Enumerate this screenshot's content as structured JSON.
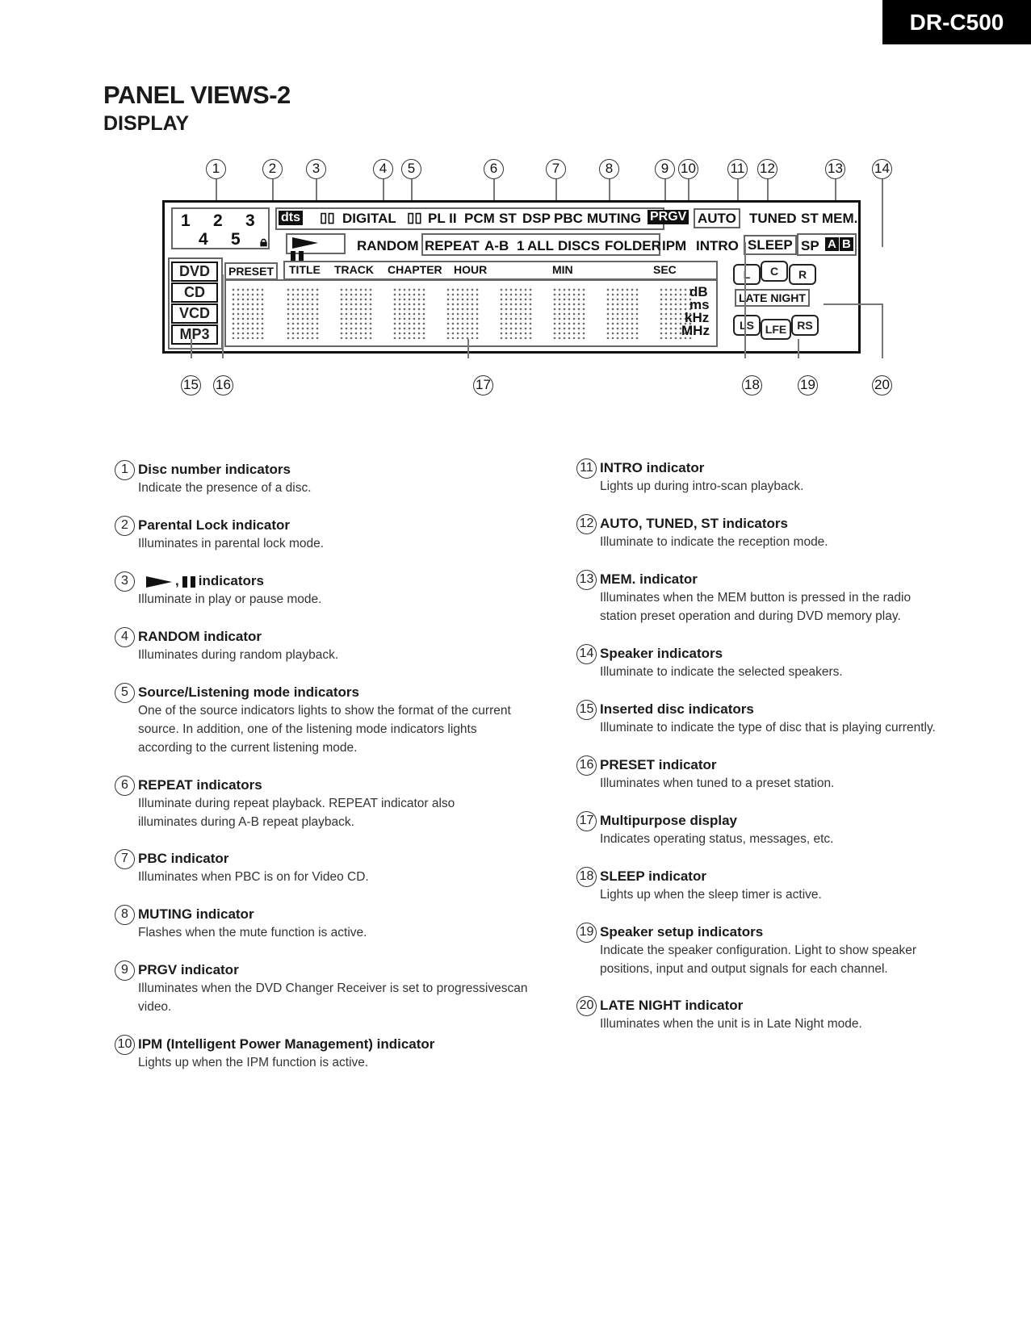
{
  "header": {
    "model": "DR-C500",
    "title": "PANEL VIEWS-2",
    "section": "DISPLAY"
  },
  "display": {
    "row1": [
      "DIGITAL",
      "PL II",
      "PCM",
      "ST",
      "DSP",
      "PBC",
      "MUTING",
      "PRGV",
      "AUTO",
      "TUNED",
      "ST",
      "MEM."
    ],
    "row2": [
      "RANDOM",
      "REPEAT",
      "A-B",
      "1",
      "ALL",
      "DISCS",
      "FOLDER",
      "IPM",
      "INTRO",
      "SLEEP",
      "SP",
      "A",
      "B"
    ],
    "dts": "dts",
    "disc_numbers": [
      "1",
      "2",
      "3",
      "4",
      "5"
    ],
    "disc_types": [
      "DVD",
      "CD",
      "VCD",
      "MP3"
    ],
    "time_labels": [
      "PRESET",
      "TITLE",
      "TRACK",
      "CHAPTER",
      "HOUR",
      "MIN",
      "SEC"
    ],
    "units": [
      "dB",
      "ms",
      "kHz",
      "MHz"
    ],
    "speakers": [
      "L",
      "C",
      "R",
      "LS",
      "LFE",
      "RS"
    ],
    "late_night": "LATE NIGHT",
    "callouts": [
      "1",
      "2",
      "3",
      "4",
      "5",
      "6",
      "7",
      "8",
      "9",
      "10",
      "11",
      "12",
      "13",
      "14",
      "15",
      "16",
      "17",
      "18",
      "19",
      "20"
    ]
  },
  "items": [
    {
      "num": "1",
      "title": "Disc number indicators",
      "body": "Indicate the presence of a disc."
    },
    {
      "num": "2",
      "title": "Parental Lock indicator",
      "body": "Illuminates in parental lock mode."
    },
    {
      "num": "3",
      "title": "indicators",
      "body": "Illuminate in play or pause mode."
    },
    {
      "num": "4",
      "title": "RANDOM indicator",
      "body": "Illuminates during random playback."
    },
    {
      "num": "5",
      "title": "Source/Listening mode indicators",
      "body": "One of the source indicators lights to show the format of the current\nsource. In addition, one of the listening mode indicators lights\naccording to the current listening mode."
    },
    {
      "num": "6",
      "title": "REPEAT indicators",
      "body": "Illuminate during repeat playback. REPEAT indicator also\nilluminates during A-B repeat playback."
    },
    {
      "num": "7",
      "title": "PBC indicator",
      "body": "Illuminates when PBC is on for Video CD."
    },
    {
      "num": "8",
      "title": "MUTING indicator",
      "body": "Flashes when the mute function is active."
    },
    {
      "num": "9",
      "title": "PRGV indicator",
      "body": "Illuminates when the DVD Changer Receiver is set to progressivescan\nvideo."
    },
    {
      "num": "10",
      "title": "IPM (Intelligent Power Management) indicator",
      "body": "Lights up when the IPM function is active."
    },
    {
      "num": "11",
      "title": "INTRO indicator",
      "body": "Lights up during intro-scan playback."
    },
    {
      "num": "12",
      "title": "AUTO, TUNED, ST indicators",
      "body": "Illuminate to indicate the reception mode."
    },
    {
      "num": "13",
      "title": "MEM. indicator",
      "body": "Illuminates when the MEM button is pressed in the radio\nstation preset operation and during DVD memory play."
    },
    {
      "num": "14",
      "title": "Speaker indicators",
      "body": "Illuminate to indicate the selected speakers."
    },
    {
      "num": "15",
      "title": "Inserted disc indicators",
      "body": "Illuminate to indicate the type of disc that is playing currently."
    },
    {
      "num": "16",
      "title": "PRESET indicator",
      "body": "Illuminates when tuned to a preset station."
    },
    {
      "num": "17",
      "title": "Multipurpose display",
      "body": "Indicates operating status, messages, etc."
    },
    {
      "num": "18",
      "title": "SLEEP indicator",
      "body": "Lights up when the sleep timer is active."
    },
    {
      "num": "19",
      "title": "Speaker setup indicators",
      "body": "Indicate the speaker configuration. Light to show speaker\npositions, input and output signals for each channel."
    },
    {
      "num": "20",
      "title": "LATE NIGHT indicator",
      "body": "Illuminates when the unit is in Late Night mode."
    }
  ]
}
